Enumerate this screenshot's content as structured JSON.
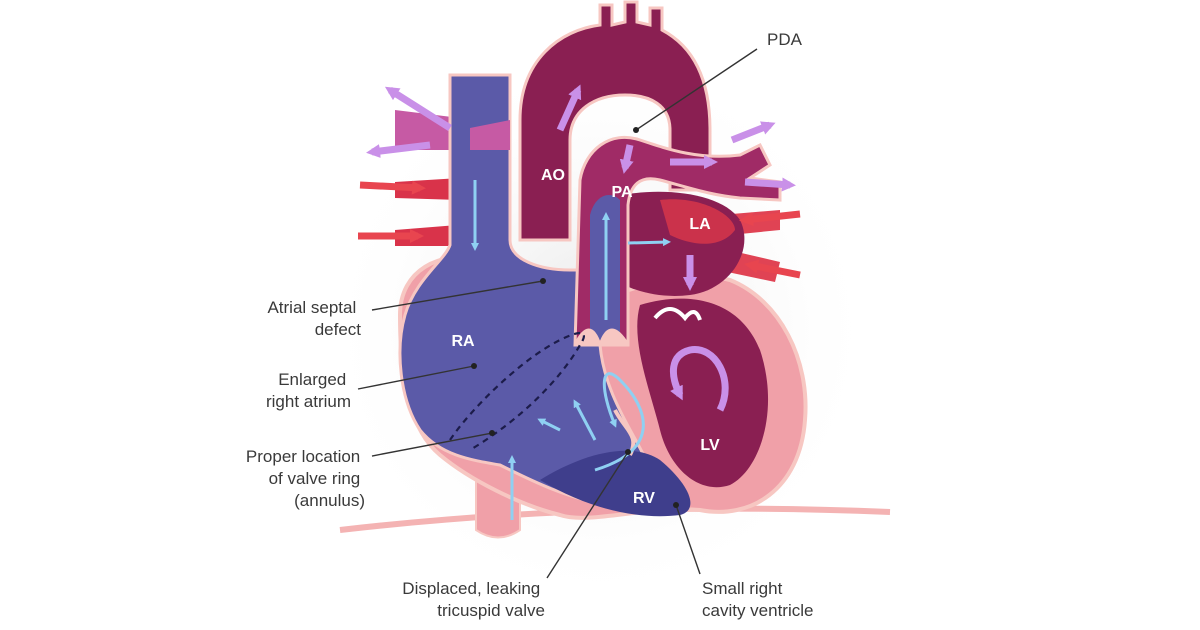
{
  "colors": {
    "deoxygenated": "#5b5aa8",
    "deoxygenated_dark": "#3f3e8c",
    "oxygenated": "#8a1f52",
    "oxygenated_light": "#b2336e",
    "myocardium": "#f0a0a8",
    "wall_outline": "#f7c7c2",
    "flow_blue": "#8fd0f2",
    "flow_purple": "#c990e8",
    "flow_red": "#e8454f",
    "leader_line": "#333333",
    "label_text": "#3a3a3a",
    "chamber_label": "#ffffff"
  },
  "chambers": {
    "ao": "AO",
    "pa": "PA",
    "la": "LA",
    "ra": "RA",
    "rv": "RV",
    "lv": "LV"
  },
  "callouts": {
    "pda": "PDA",
    "asd": [
      "Atrial septal",
      "defect"
    ],
    "enlarged_ra": [
      "Enlarged",
      "right atrium"
    ],
    "proper_valve": [
      "Proper location",
      "of valve ring",
      "(annulus)"
    ],
    "displaced_valve": [
      "Displaced, leaking",
      "tricuspid valve"
    ],
    "small_rv": [
      "Small right",
      "cavity ventricle"
    ]
  }
}
